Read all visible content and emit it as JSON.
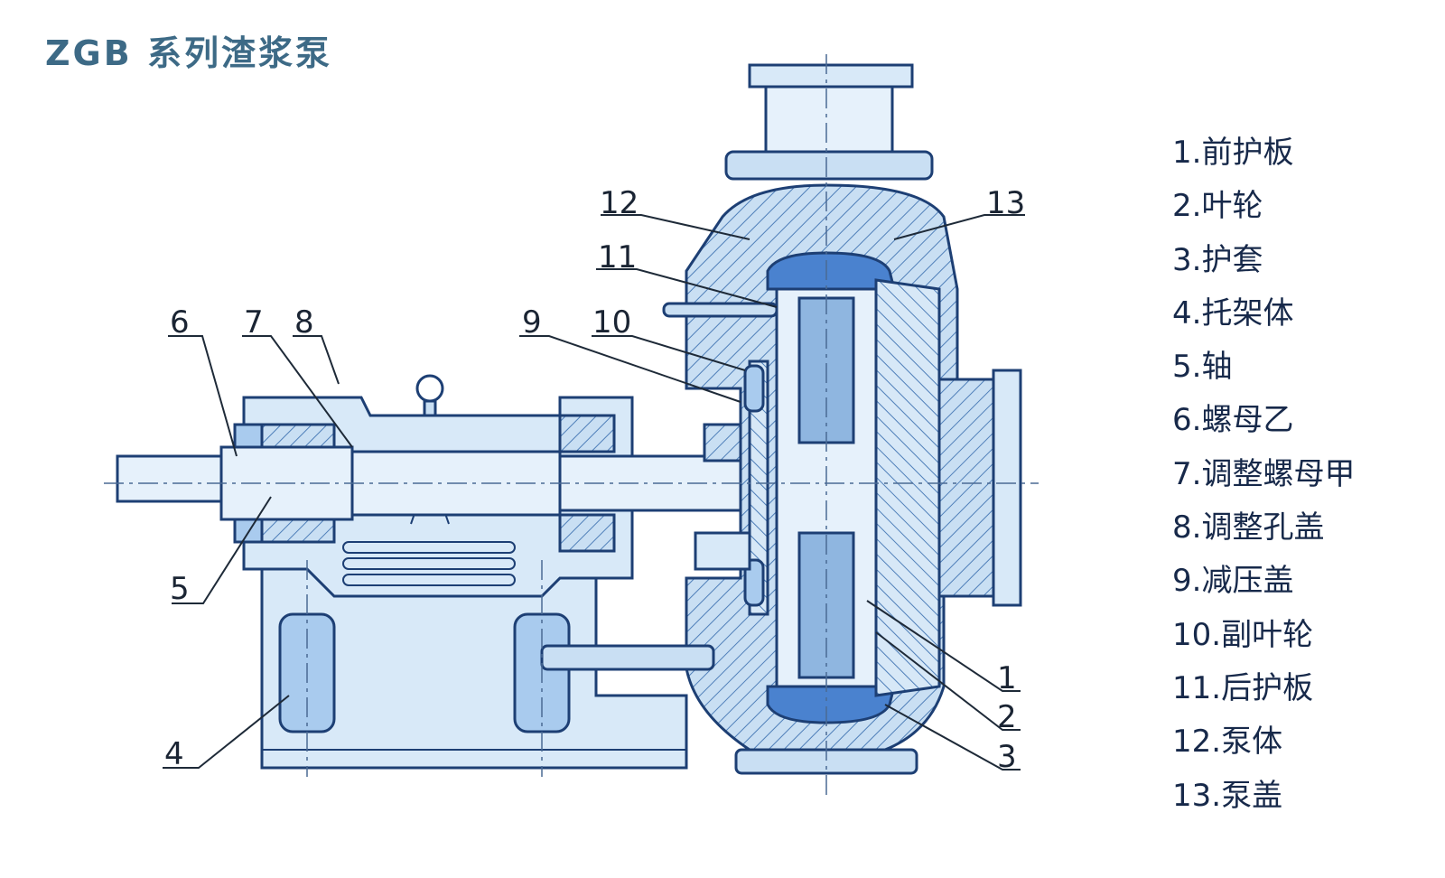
{
  "title": "ZGB 系列渣浆泵",
  "callouts": [
    "1",
    "2",
    "3",
    "4",
    "5",
    "6",
    "7",
    "8",
    "9",
    "10",
    "11",
    "12",
    "13"
  ],
  "legend": [
    "1.前护板",
    "2.叶轮",
    "3.护套",
    "4.托架体",
    "5.轴",
    "6.螺母乙",
    "7.调整螺母甲",
    "8.调整孔盖",
    "9.减压盖",
    "10.副叶轮",
    "11.后护板",
    "12.泵体",
    "13.泵盖"
  ],
  "colors": {
    "outline": "#1d3f74",
    "fill_light": "#c9dff3",
    "fill_mid": "#8fb6e0",
    "fill_dark": "#3b79c8",
    "title": "#3d6a86",
    "text": "#17294a"
  }
}
